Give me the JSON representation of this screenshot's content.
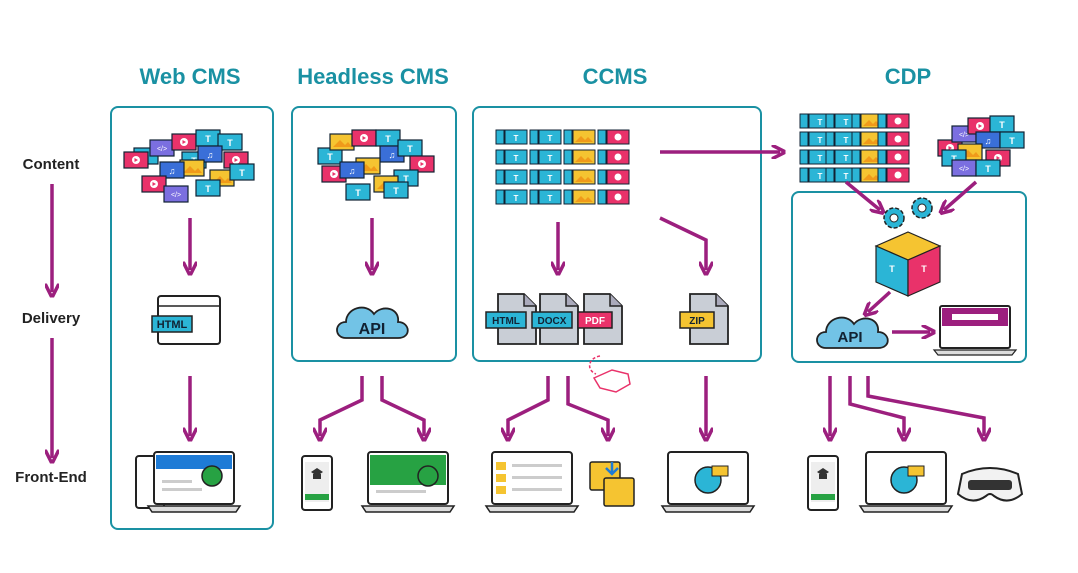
{
  "columns": {
    "web_cms": "Web CMS",
    "headless_cms": "Headless CMS",
    "ccms": "CCMS",
    "cdp": "CDP"
  },
  "rows": {
    "content": "Content",
    "delivery": "Delivery",
    "front_end": "Front-End"
  },
  "labels": {
    "html": "HTML",
    "api": "API",
    "docx": "DOCX",
    "pdf": "PDF",
    "zip": "ZIP",
    "tile_t": "T"
  },
  "colors": {
    "accent": "#1a91a3",
    "arrow": "#9c1f7e",
    "cyan_tile": "#2bb5d6",
    "pink_tile": "#e9326a",
    "yellow_tile": "#f5c431",
    "blue_tile": "#3a6fd8",
    "cloud": "#72c3e6",
    "green_screen": "#27a243",
    "blue_screen": "#1e7bd6"
  }
}
